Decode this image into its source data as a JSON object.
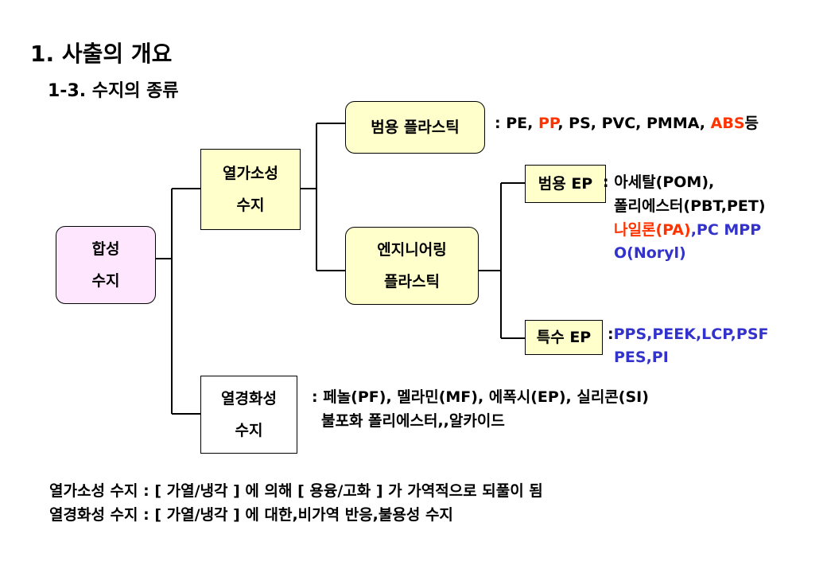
{
  "page_title": "1. 사출의 개요",
  "page_subtitle": "1-3. 수지의 종류",
  "nodes": {
    "root": {
      "line1": "합성",
      "line2": "수지"
    },
    "thermoplastic": {
      "line1": "열가소성",
      "line2": "수지"
    },
    "thermoset": {
      "line1": "열경화성",
      "line2": "수지"
    },
    "general_plastic": {
      "label": "범용 플라스틱"
    },
    "engineering_plastic": {
      "line1": "엔지니어링",
      "line2": "플라스틱"
    },
    "general_ep": {
      "label": "범용 EP"
    },
    "special_ep": {
      "label": "특수 EP"
    }
  },
  "descriptions": {
    "general_plastic": {
      "prefix": ": PE, ",
      "pp": "PP",
      "mid": ", PS, PVC, PMMA, ",
      "abs": "ABS",
      "suffix": "등"
    },
    "general_ep": {
      "line1": ": 아세탈(POM),",
      "line2": "폴리에스터(PBT,PET)",
      "line3_red": "나일론(PA)",
      "line3_blue": ",PC  MPP",
      "line4": "O(Noryl)"
    },
    "special_ep": {
      "line1_colon": ":",
      "line1": "PPS,PEEK,LCP,PSF",
      "line2": "PES,PI"
    },
    "thermoset": {
      "line1": ": 페놀(PF), 멜라민(MF), 에폭시(EP), 실리콘(SI)",
      "line2": "불포화 폴리에스터,,알카이드"
    }
  },
  "footer": {
    "line1": "열가소성 수지 :  [ 가열/냉각 ] 에 의해  [ 용융/고화 ] 가 가역적으로 되풀이 됨",
    "line2": "열경화성 수지 :  [ 가열/냉각 ] 에 대한,비가역 반응,불용성 수지"
  },
  "colors": {
    "yellow_fill": "#ffffcc",
    "pink_fill": "#ffe6ff",
    "red_text": "#ff3300",
    "blue_text": "#3333cc"
  }
}
